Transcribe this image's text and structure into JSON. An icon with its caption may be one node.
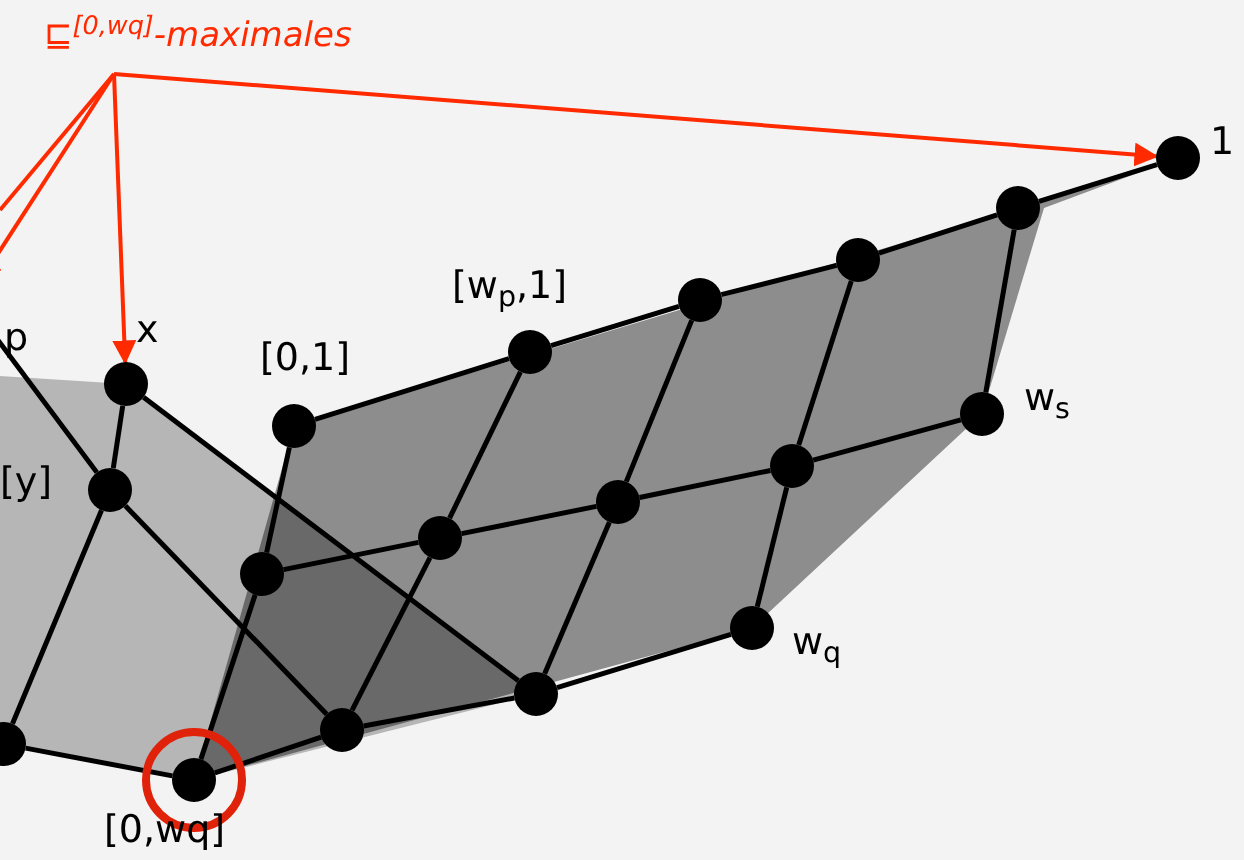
{
  "diagram": {
    "nodes": [
      {
        "text": [
          "⊑$^{[0,wq]}$-maximales"
        ]
      },
      {
        "text": [
          "p"
        ]
      },
      {
        "text": [
          "x"
        ]
      },
      {
        "text": [
          "[y]"
        ]
      },
      {
        "text": [],
        "shape": "circle"
      },
      {
        "text": [
          "[0,wq]"
        ]
      },
      {
        "text": [],
        "shape": "circle"
      },
      {
        "text": [],
        "shape": "circle"
      },
      {
        "text": [
          "w$_{q}$"
        ]
      },
      {
        "text": [],
        "shape": "circle"
      },
      {
        "text": [],
        "shape": "circle"
      },
      {
        "text": [],
        "shape": "circle"
      },
      {
        "text": [],
        "shape": "circle"
      },
      {
        "text": [
          "w$_{s}$"
        ]
      },
      {
        "text": [
          "[0,1]"
        ]
      },
      {
        "text": [
          "[w$_{p}$,1]"
        ]
      },
      {
        "text": [],
        "shape": "circle"
      },
      {
        "text": [],
        "shape": "circle"
      },
      {
        "text": [],
        "shape": "circle"
      },
      {
        "text": [
          "1"
        ]
      }
    ],
    "edges": [
      {
        "from": 0,
        "to": 1,
        "arrow": "to",
        "color": "#ff2a00"
      },
      {
        "from": 0,
        "to": null,
        "arrow": "none",
        "color": "#ff2a00"
      },
      {
        "from": 0,
        "to": 2,
        "arrow": "to",
        "color": "#ff2a00"
      },
      {
        "from": 0,
        "to": 19,
        "arrow": "to",
        "color": "#ff2a00"
      },
      {
        "from": 1,
        "to": 3,
        "arrow": "none"
      },
      {
        "from": 2,
        "to": 3,
        "arrow": "none"
      },
      {
        "from": 3,
        "to": 4,
        "arrow": "none"
      },
      {
        "from": 4,
        "to": 5,
        "arrow": "none"
      },
      {
        "from": 2,
        "to": 7,
        "arrow": "none"
      },
      {
        "from": 3,
        "to": 6,
        "arrow": "none"
      },
      {
        "from": 5,
        "to": 6,
        "arrow": "none"
      },
      {
        "from": 6,
        "to": 7,
        "arrow": "none"
      },
      {
        "from": 7,
        "to": 8,
        "arrow": "none"
      },
      {
        "from": 5,
        "to": 9,
        "arrow": "none"
      },
      {
        "from": 6,
        "to": 10,
        "arrow": "none"
      },
      {
        "from": 7,
        "to": 11,
        "arrow": "none"
      },
      {
        "from": 8,
        "to": 12,
        "arrow": "none"
      },
      {
        "from": 9,
        "to": 10,
        "arrow": "none"
      },
      {
        "from": 10,
        "to": 11,
        "arrow": "none"
      },
      {
        "from": 11,
        "to": 12,
        "arrow": "none"
      },
      {
        "from": 12,
        "to": 13,
        "arrow": "none"
      },
      {
        "from": 9,
        "to": 14,
        "arrow": "none"
      },
      {
        "from": 10,
        "to": 15,
        "arrow": "none"
      },
      {
        "from": 11,
        "to": 16,
        "arrow": "none"
      },
      {
        "from": 12,
        "to": 17,
        "arrow": "none"
      },
      {
        "from": 13,
        "to": 18,
        "arrow": "none"
      },
      {
        "from": 14,
        "to": 15,
        "arrow": "none"
      },
      {
        "from": 15,
        "to": 16,
        "arrow": "none"
      },
      {
        "from": 16,
        "to": 17,
        "arrow": "none"
      },
      {
        "from": 17,
        "to": 18,
        "arrow": "none"
      },
      {
        "from": 18,
        "to": 19,
        "arrow": "none"
      }
    ]
  }
}
